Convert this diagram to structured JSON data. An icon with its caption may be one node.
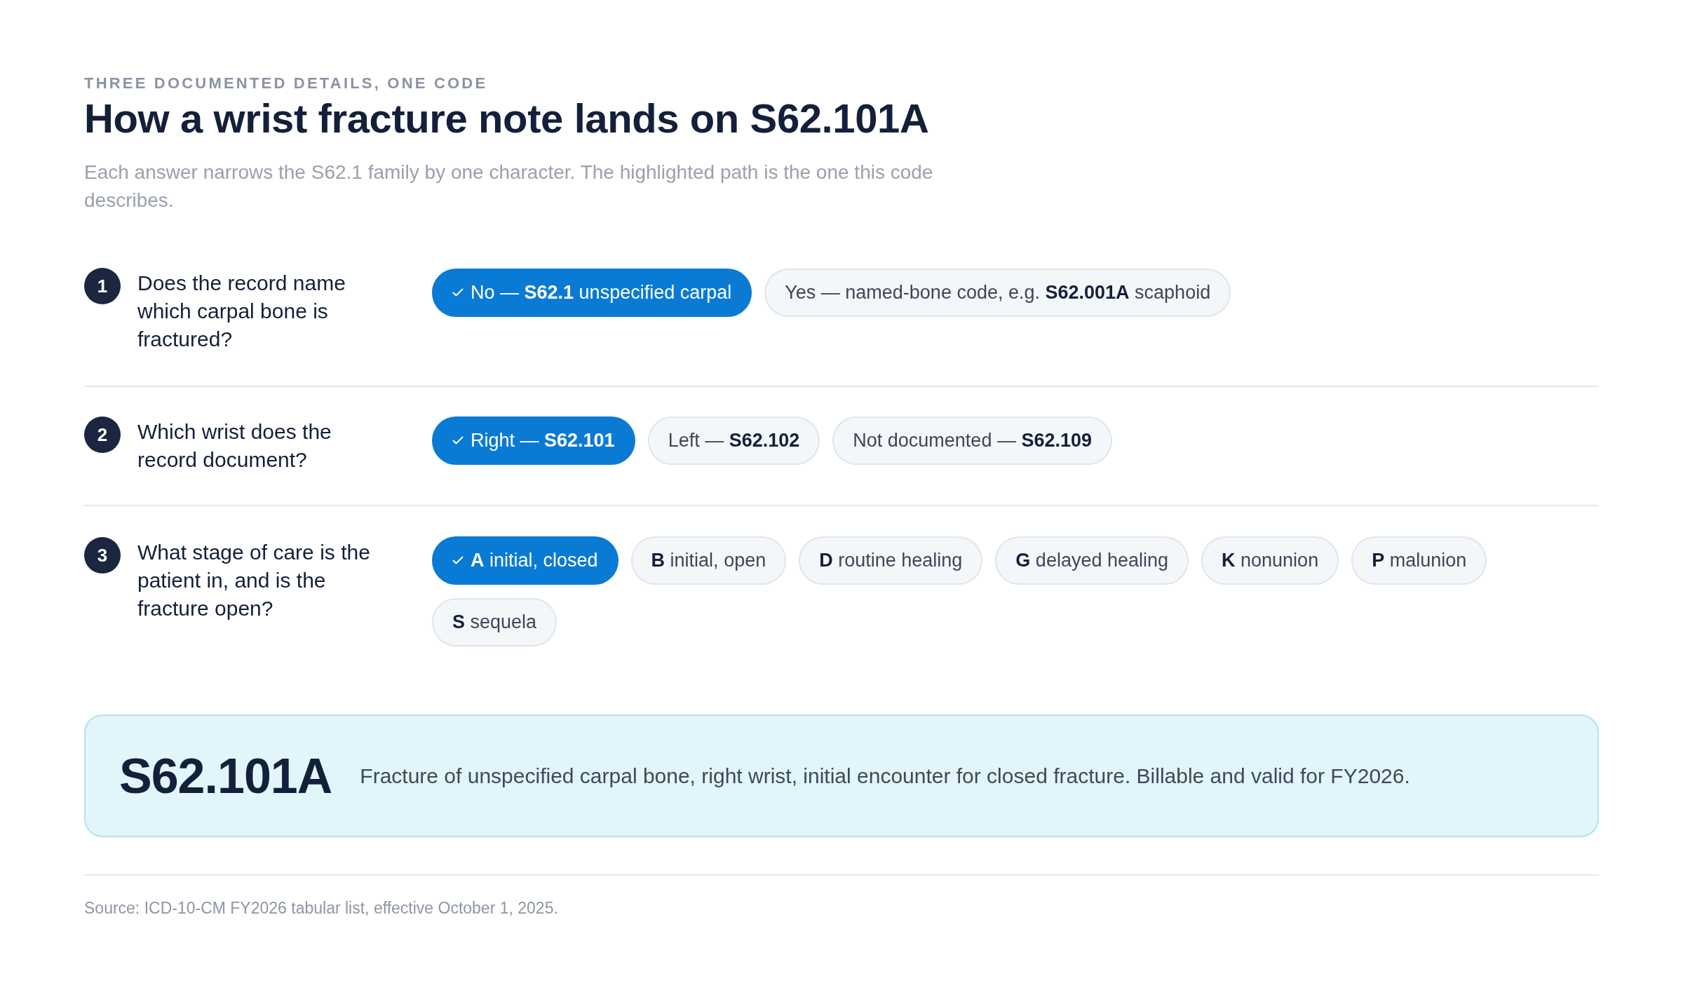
{
  "diagram": {
    "title": "How a wrist fracture note lands on S62.101A",
    "caption": "Source: ICD-10-CM FY2026 tabular list, effective October 1, 2025.",
    "nodes": [
      {
        "text": [
          "1"
        ],
        "beside": [
          "Does the record name which carpal bone is fractured?"
        ]
      },
      {
        "text": [
          "No — **S62.1** unspecified carpal"
        ]
      },
      {
        "text": [
          "Yes — named-bone code, e.g. **S62.001A** scaphoid"
        ]
      },
      {
        "text": [
          "2"
        ],
        "beside": [
          "Which wrist does the record document?"
        ]
      },
      {
        "text": [
          "Right — **S62.101**"
        ]
      },
      {
        "text": [
          "Left — **S62.102**"
        ]
      },
      {
        "text": [
          "Not documented — **S62.109**"
        ]
      },
      {
        "text": [
          "3"
        ],
        "beside": [
          "What stage of care is the patient in, and is the fracture open?"
        ]
      },
      {
        "text": [
          "**A** initial, closed"
        ]
      },
      {
        "text": [
          "**B** initial, open"
        ]
      },
      {
        "text": [
          "**D** routine healing"
        ]
      },
      {
        "text": [
          "**G** delayed healing"
        ]
      },
      {
        "text": [
          "**K** nonunion"
        ]
      },
      {
        "text": [
          "**P** malunion"
        ]
      },
      {
        "text": [
          "**S** sequela"
        ]
      },
      {
        "text": [
          "S62.101A",
          "Fracture of unspecified carpal bone, right wrist, initial encounter for closed fracture. Billable and valid for FY2026."
        ]
      }
    ],
    "labels": [
      "THREE DOCUMENTED DETAILS, ONE CODE",
      "Each answer narrows the S62.1 family by one character. The highlighted path is the one this code describes."
    ]
  }
}
